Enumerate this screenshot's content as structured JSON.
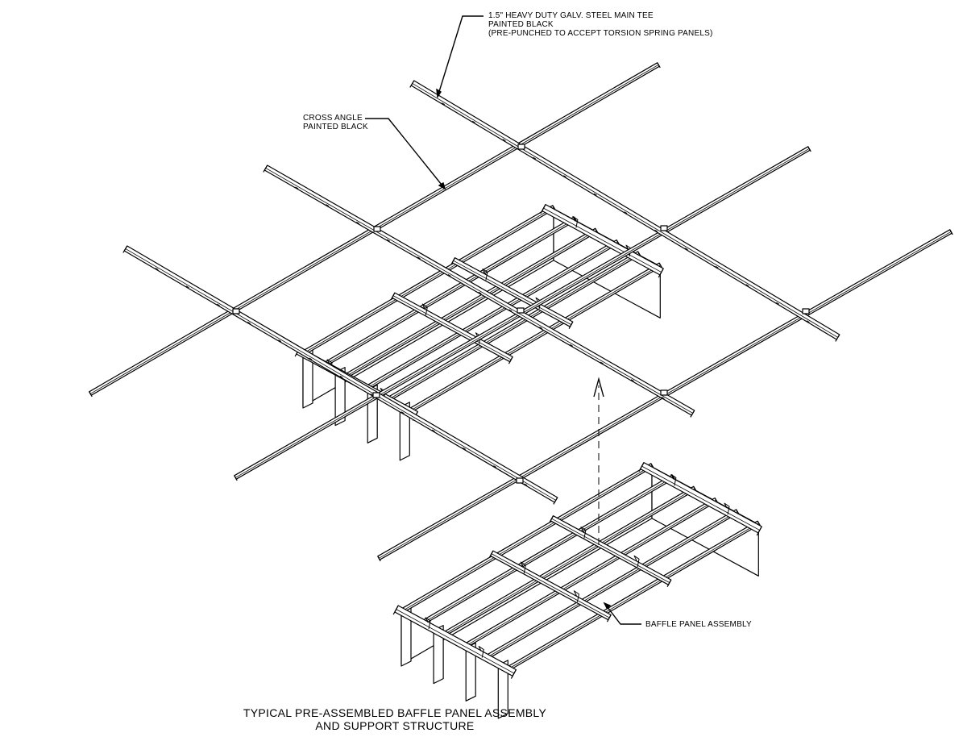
{
  "callouts": {
    "main_tee": {
      "line1": "1.5\" HEAVY DUTY GALV. STEEL MAIN TEE",
      "line2": "PAINTED BLACK",
      "line3": "(PRE-PUNCHED TO ACCEPT TORSION SPRING PANELS)"
    },
    "cross_angle": {
      "line1": "CROSS ANGLE",
      "line2": "PAINTED BLACK"
    },
    "baffle_assembly": {
      "line1": "BAFFLE PANEL ASSEMBLY"
    }
  },
  "caption": {
    "line1": "TYPICAL PRE-ASSEMBLED BAFFLE PANEL ASSEMBLY",
    "line2": "AND SUPPORT STRUCTURE"
  }
}
